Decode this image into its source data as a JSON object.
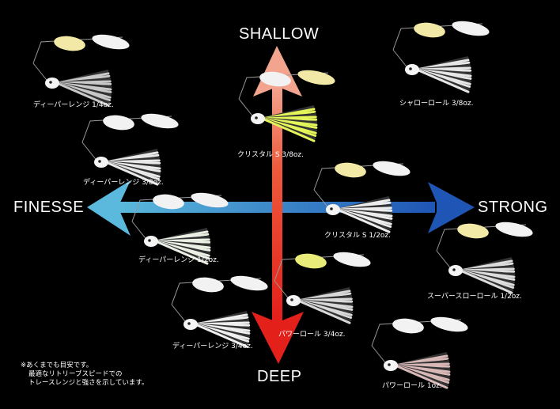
{
  "axes": {
    "shallow": "SHALLOW",
    "deep": "DEEP",
    "finesse": "FINESSE",
    "strong": "STRONG"
  },
  "colors": {
    "arrow_up": "#f2a48e",
    "arrow_down": "#e8281e",
    "arrow_left": "#5ab9dc",
    "arrow_right": "#1f55b5",
    "blade_gold": "#f3e9a6",
    "blade_silver": "#f2f2f2",
    "blade_chartreuse": "#e9ec78"
  },
  "lures": [
    {
      "label": "ディーパーレンジ 1/4oz.",
      "blade1": "blade_gold",
      "blade2": "blade_silver",
      "skirt": "#c8c8c8"
    },
    {
      "label": "ディーパーレンジ 3/8oz.",
      "blade1": "blade_silver",
      "blade2": "blade_silver",
      "skirt": "#e8e8e8"
    },
    {
      "label": "クリスタル S 3/8oz.",
      "blade1": "blade_silver",
      "blade2": "blade_gold",
      "skirt": "#e4f55a"
    },
    {
      "label": "シャローロール 3/8oz.",
      "blade1": "blade_gold",
      "blade2": "blade_silver",
      "skirt": "#e6e6e6"
    },
    {
      "label": "クリスタル S 1/2oz.",
      "blade1": "blade_gold",
      "blade2": "blade_silver",
      "skirt": "#ededed"
    },
    {
      "label": "ディーパーレンジ 1/2oz.",
      "blade1": "blade_silver",
      "blade2": "blade_silver",
      "skirt": "#eaf0e4"
    },
    {
      "label": "スーパースローロール 1/2oz.",
      "blade1": "blade_gold",
      "blade2": "blade_silver",
      "skirt": "#dcdcdc"
    },
    {
      "label": "パワーロール 3/4oz.",
      "blade1": "blade_chartreuse",
      "blade2": "blade_silver",
      "skirt": "#d8d8d8"
    },
    {
      "label": "ディーパーレンジ 3/4oz.",
      "blade1": "blade_silver",
      "blade2": "blade_silver",
      "skirt": "#eeeeee"
    },
    {
      "label": "パワーロール 1oz.",
      "blade1": "blade_silver",
      "blade2": "blade_silver",
      "skirt": "#d9b8b8"
    }
  ],
  "note": [
    "※あくまでも目安です。",
    "最適なリトリーブスピードでの",
    "トレースレンジと強さを示しています。"
  ]
}
